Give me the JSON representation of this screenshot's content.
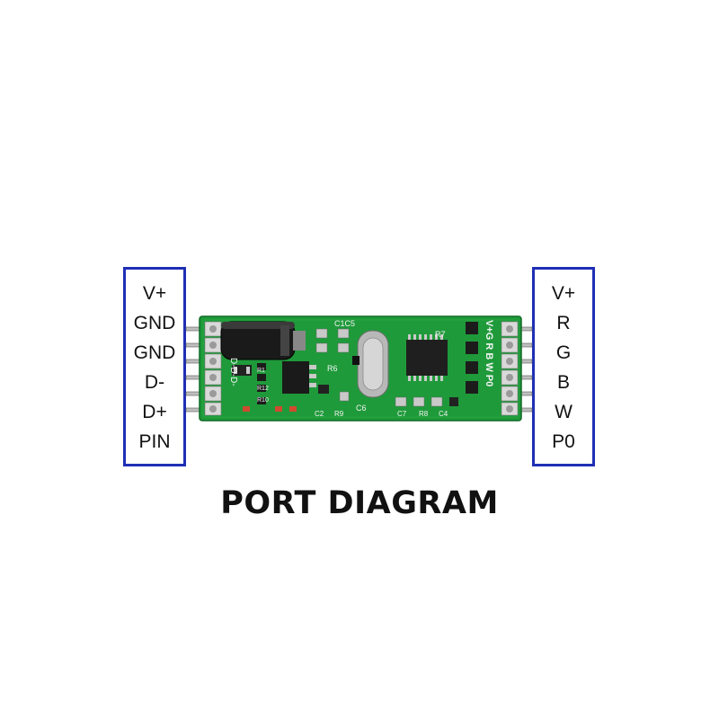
{
  "left_pins": [
    "V+",
    "GND",
    "GND",
    "D-",
    "D+",
    "PIN"
  ],
  "right_pins": [
    "V+",
    "R",
    "G",
    "B",
    "W",
    "P0"
  ],
  "title": "PORT DIAGRAM",
  "silkscreen": {
    "c1c5": "C1C5",
    "r7": "R7",
    "r6": "R6",
    "c6": "C6",
    "c2": "C2",
    "r9": "R9",
    "c7": "C7",
    "r8": "R8",
    "c4": "C4",
    "r12": "R12",
    "r10": "R10",
    "r1": "R1",
    "left_header": "D-D-D-",
    "right_header": "V+G R B W P0"
  },
  "colors": {
    "box_border": "#1f2fb5",
    "pcb": "#1f9a3a",
    "title": "#111111"
  }
}
